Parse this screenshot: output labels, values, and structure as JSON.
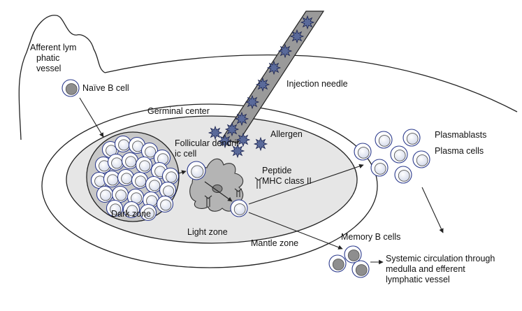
{
  "labels": {
    "afferent_l1": "Afferent lym",
    "afferent_l2": "phatic",
    "afferent_l3": "vessel",
    "naive_b_cell": "Naïve B cell",
    "injection_needle": "Injection needle",
    "germinal_center": "Germinal center",
    "allergen": "Allergen",
    "fdc_l1": "Follicular dendrit",
    "fdc_l2": "ic cell",
    "peptide": "Peptide",
    "mhc_class_ii": "MHC class II",
    "plasmablasts": "Plasmablasts",
    "plasma_cells": "Plasma cells",
    "dark_zone": "Dark zone",
    "light_zone": "Light zone",
    "mantle_zone": "Mantle zone",
    "memory_b_cells": "Memory B cells",
    "systemic_l1": "Systemic circulation through",
    "systemic_l2": "medulla and efferent",
    "systemic_l3": "lymphatic vessel"
  },
  "colors": {
    "outline": "#222222",
    "germinal_fill": "#e6e6e6",
    "dark_zone_fill": "#c8c8c8",
    "fdc_fill": "#b4b4b4",
    "needle_fill": "#9a9a9a",
    "allergen_fill": "#5a6a9a",
    "cell_ring": "#2b3a8c",
    "cell_nucleus": "#eef1f8",
    "memory_nucleus": "#8e8e8e"
  },
  "icons": [
    "b-cell-icon",
    "allergen-icon",
    "mhc-receptor-icon",
    "needle-icon"
  ]
}
